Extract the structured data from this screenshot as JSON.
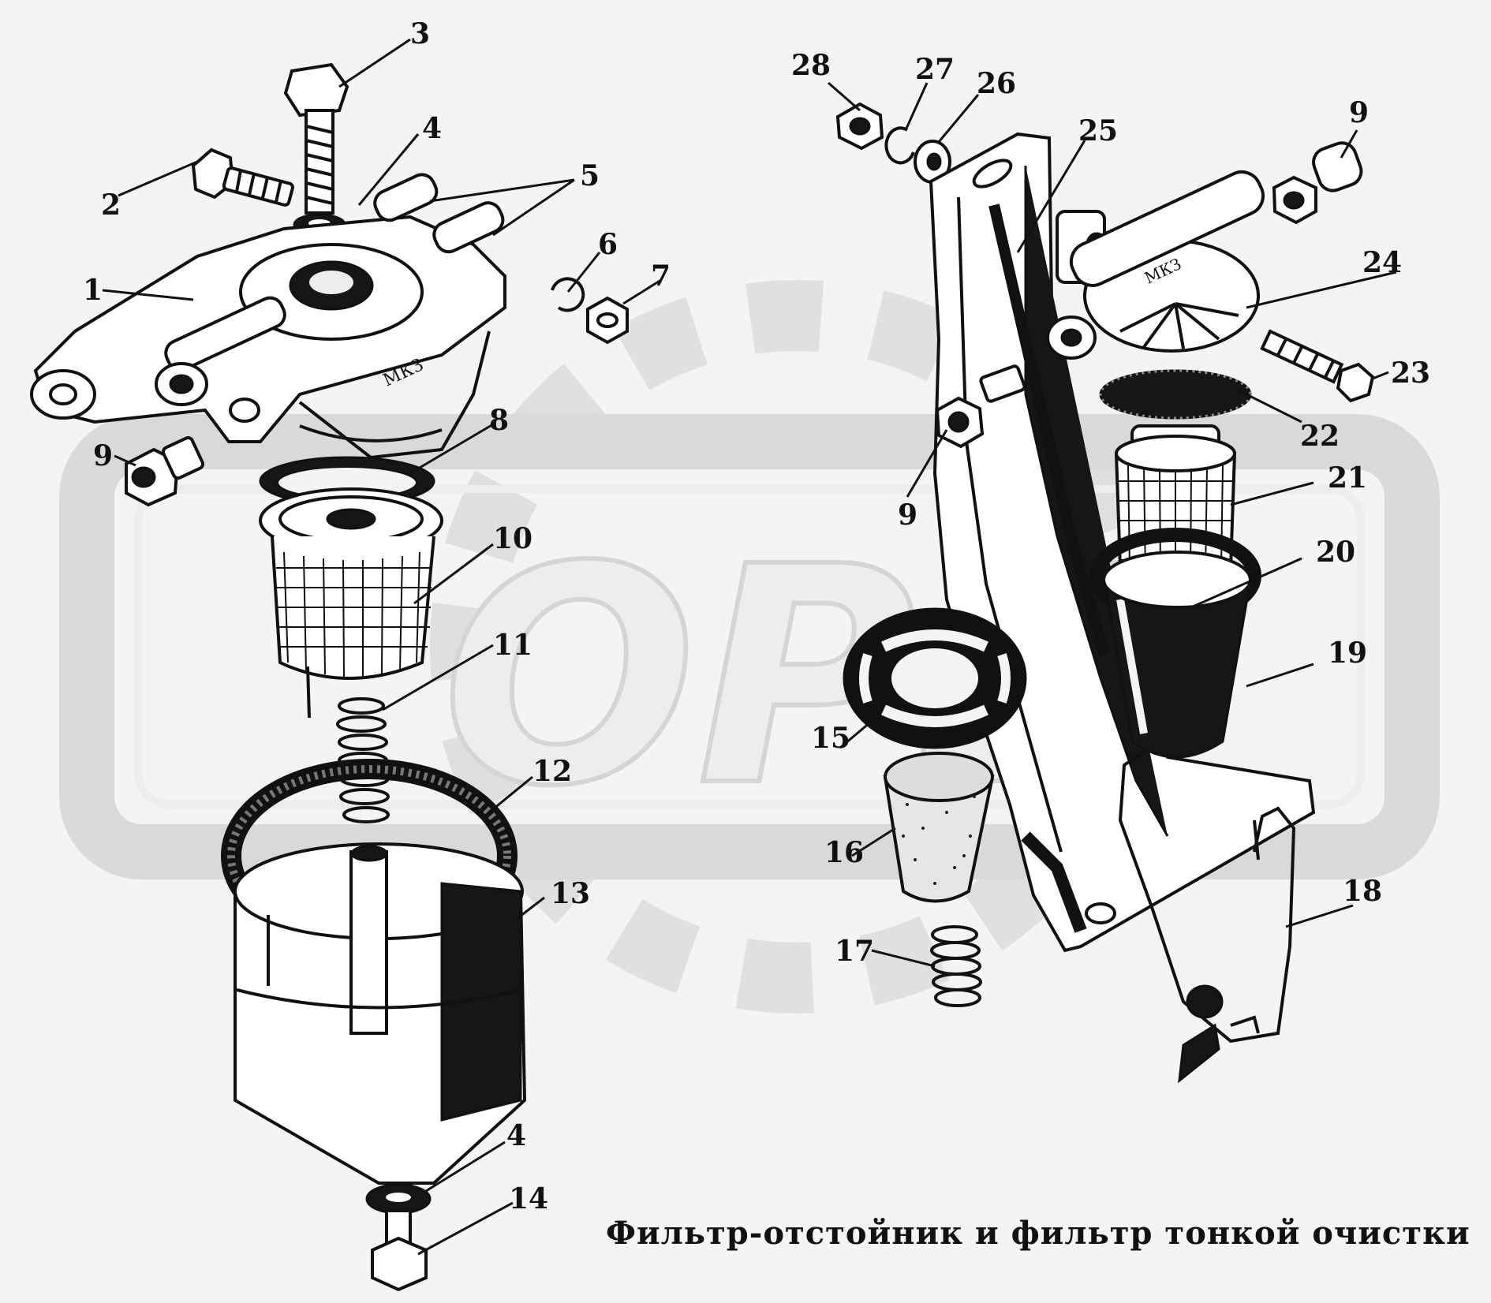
{
  "caption": "Фильтр-отстойник и фильтр тонкой очистки",
  "parts": [
    "1",
    "2",
    "3",
    "4",
    "5",
    "6",
    "7",
    "8",
    "9",
    "10",
    "11",
    "12",
    "13",
    "4",
    "14",
    "15",
    "16",
    "17",
    "18",
    "19",
    "20",
    "21",
    "22",
    "23",
    "24",
    "25",
    "26",
    "27",
    "28",
    "9",
    "9"
  ],
  "housing_marking": "МКЗ",
  "colors": {
    "ink": "#111111",
    "paper": "#f4f4f2",
    "watermark": "#c9c9c9"
  },
  "watermark_icon": "gear-logo-icon"
}
